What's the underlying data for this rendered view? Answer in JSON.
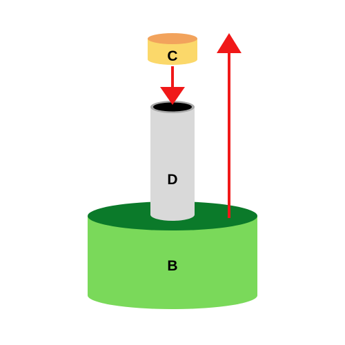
{
  "labels": {
    "cylinder_b": "B",
    "cylinder_c": "C",
    "cylinder_d": "D"
  },
  "colors": {
    "b_side": "#7ad95a",
    "b_top": "#0b7a2a",
    "c_side": "#fbd86a",
    "c_top": "#f2a35c",
    "d_side": "#d9d9d9",
    "d_rim": "#a8a8a8",
    "d_hole": "#000000",
    "arrow": "#f01818",
    "text": "#000000"
  },
  "icons": {
    "down_arrow": "arrow-down-icon",
    "up_arrow": "arrow-up-icon"
  }
}
